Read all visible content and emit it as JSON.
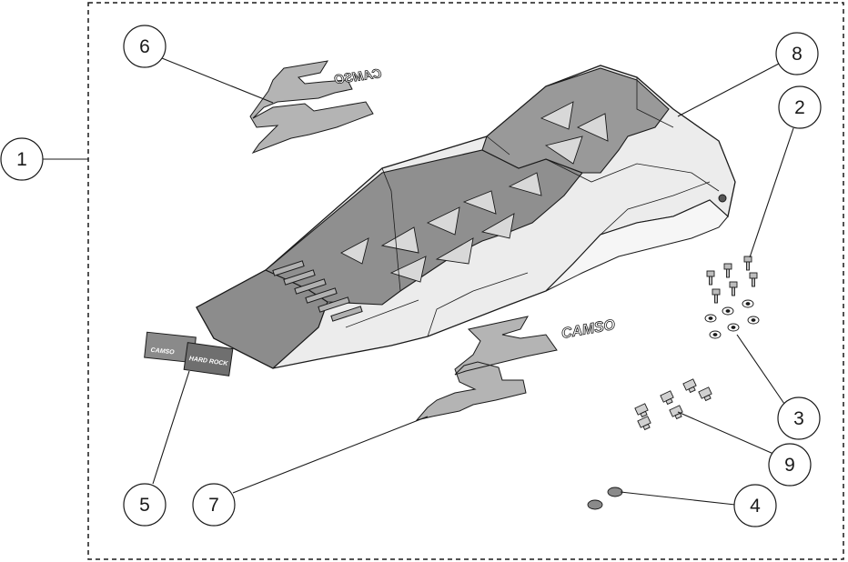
{
  "callouts": [
    {
      "id": "1",
      "label": "1"
    },
    {
      "id": "2",
      "label": "2"
    },
    {
      "id": "3",
      "label": "3"
    },
    {
      "id": "4",
      "label": "4"
    },
    {
      "id": "5",
      "label": "5"
    },
    {
      "id": "6",
      "label": "6"
    },
    {
      "id": "7",
      "label": "7"
    },
    {
      "id": "8",
      "label": "8"
    },
    {
      "id": "9",
      "label": "9"
    }
  ],
  "decals": {
    "brand_upper": "CAMSO",
    "brand_lower": "CAMSO",
    "sticker_left": "CAMSO",
    "sticker_right": "HARD ROCK"
  },
  "colors": {
    "line": "#1a1a1a",
    "shell": "#ececec",
    "deck": "#8f8f8f",
    "decal": "#b4b4b4",
    "hardware": "#bdbdbd"
  }
}
